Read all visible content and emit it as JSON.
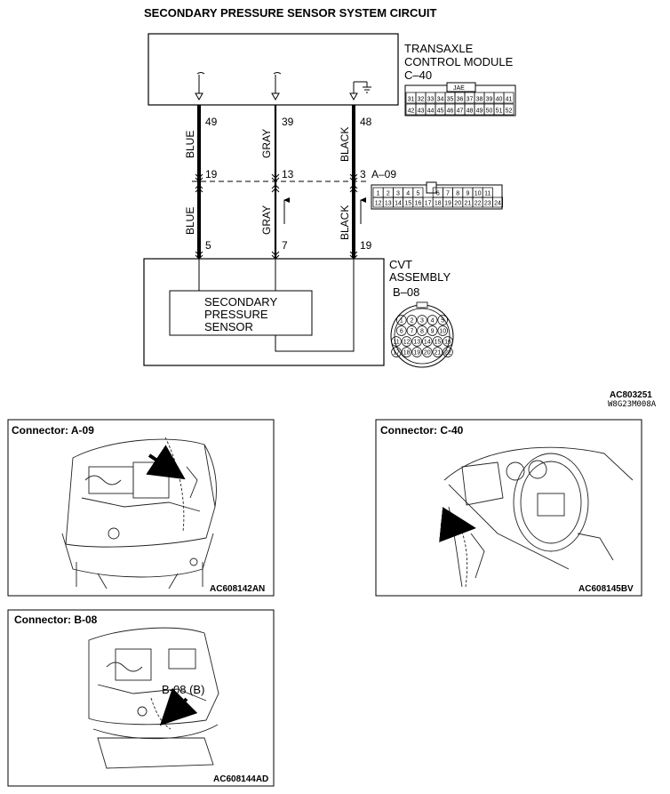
{
  "title": "SECONDARY PRESSURE SENSOR SYSTEM CIRCUIT",
  "tcm": {
    "name_line1": "TRANSAXLE",
    "name_line2": "CONTROL MODULE",
    "connector": "C–40",
    "connector_tag": "JAE",
    "pins_row1": [
      "31",
      "32",
      "33",
      "34",
      "35",
      "36",
      "37",
      "38",
      "39",
      "40",
      "41"
    ],
    "pins_row2": [
      "42",
      "43",
      "44",
      "45",
      "46",
      "47",
      "48",
      "49",
      "50",
      "51",
      "52"
    ]
  },
  "wires": [
    {
      "color": "BLUE",
      "pin_tcm": "49",
      "pin_mid": "19",
      "pin_cvt": "5"
    },
    {
      "color": "GRAY",
      "pin_tcm": "39",
      "pin_mid": "13",
      "pin_cvt": "7"
    },
    {
      "color": "BLACK",
      "pin_tcm": "48",
      "pin_mid": "3",
      "pin_cvt": "19"
    }
  ],
  "a09": {
    "connector": "A–09",
    "pins_row1": [
      "1",
      "2",
      "3",
      "4",
      "5",
      "",
      "6",
      "7",
      "8",
      "9",
      "10",
      "11"
    ],
    "pins_row2": [
      "12",
      "13",
      "14",
      "15",
      "16",
      "17",
      "18",
      "19",
      "20",
      "21",
      "22",
      "23",
      "24"
    ]
  },
  "cvt": {
    "name_line1": "CVT",
    "name_line2": "ASSEMBLY",
    "connector": "B–08",
    "sensor_line1": "SECONDARY",
    "sensor_line2": "PRESSURE",
    "sensor_line3": "SENSOR",
    "pin_rows": [
      [
        "1",
        "2",
        "3",
        "4",
        "5"
      ],
      [
        "6",
        "7",
        "8",
        "9",
        "10"
      ],
      [
        "11",
        "12",
        "13",
        "14",
        "15",
        "16"
      ],
      [
        "17",
        "18",
        "19",
        "20",
        "21",
        "22"
      ]
    ]
  },
  "codes": {
    "line1": "AC803251",
    "line2": "W8G23M008A"
  },
  "panels": [
    {
      "title": "Connector: A-09",
      "code": "AC608142AN"
    },
    {
      "title": "Connector: C-40",
      "code": "AC608145BV"
    },
    {
      "title": "Connector: B-08",
      "code": "AC608144AD",
      "callout": "B-08 (B)"
    }
  ]
}
